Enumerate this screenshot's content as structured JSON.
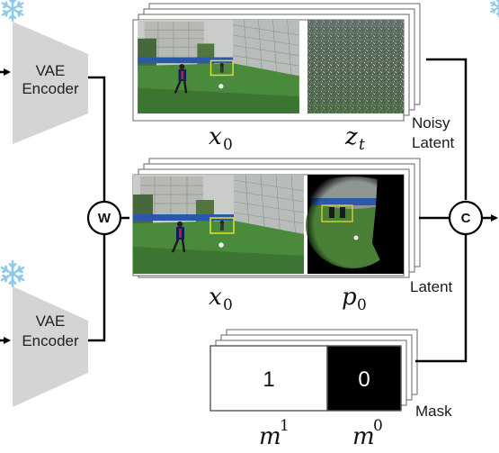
{
  "encoders": [
    {
      "line1": "VAE",
      "line2": "Encoder"
    },
    {
      "line1": "VAE",
      "line2": "Encoder"
    }
  ],
  "ops": {
    "weight": "W",
    "concat": "C"
  },
  "rows": {
    "noisy": {
      "left_var": "x",
      "left_sub": "0",
      "right_var": "z",
      "right_sub": "t",
      "tag_line1": "Noisy",
      "tag_line2": "Latent"
    },
    "latent": {
      "left_var": "x",
      "left_sub": "0",
      "right_var": "p",
      "right_sub": "0",
      "tag": "Latent"
    },
    "mask": {
      "left_value": "1",
      "right_value": "0",
      "left_var": "m",
      "left_sup": "1",
      "right_var": "m",
      "right_sup": "0",
      "tag": "Mask"
    }
  },
  "colors": {
    "encoder": "#d4d4d4",
    "snowflake": "#8ec9ec",
    "line": "#000000",
    "grass": "#3f7d34"
  },
  "icons": [
    "snowflake-icon",
    "frozen-snowflake-icon"
  ]
}
